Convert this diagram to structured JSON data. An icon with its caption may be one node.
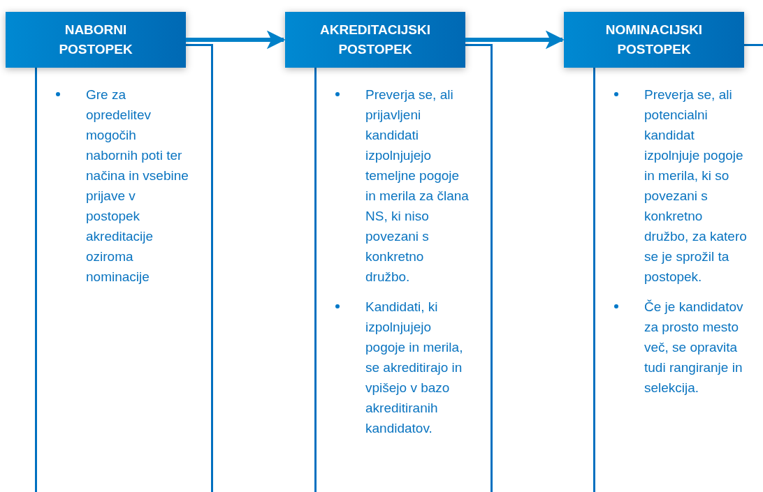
{
  "diagram": {
    "nodes": [
      {
        "text": [
          "NABORNI POSTOPEK"
        ]
      },
      {
        "text": [
          "Gre za opredelitev mogočih nabornih poti ter načina in vsebine prijave v postopek akreditacije oziroma nominacije"
        ]
      },
      {
        "text": [
          "AKREDITACIJSKI POSTOPEK"
        ]
      },
      {
        "text": [
          "Preverja se, ali prijavljeni kandidati izpolnjujejo temeljne pogoje in merila za člana NS, ki niso povezani s konkretno družbo.",
          "Kandidati, ki izpolnjujejo pogoje in merila, se akreditirajo in vpišejo v bazo akreditiranih kandidatov."
        ]
      },
      {
        "text": [
          "NOMINACIJSKI POSTOPEK"
        ]
      },
      {
        "text": [
          "Preverja se, ali potencialni kandidat izpolnjuje pogoje in merila, ki so povezani s konkretno družbo, za katero se je sprožil ta postopek.",
          "Če je kandidatov za prosto mesto več, se opravita tudi rangiranje in selekcija."
        ]
      }
    ],
    "edges": [
      {
        "from": 0,
        "to": 2,
        "arrow": "to"
      },
      {
        "from": 2,
        "to": 4,
        "arrow": "to"
      }
    ]
  }
}
